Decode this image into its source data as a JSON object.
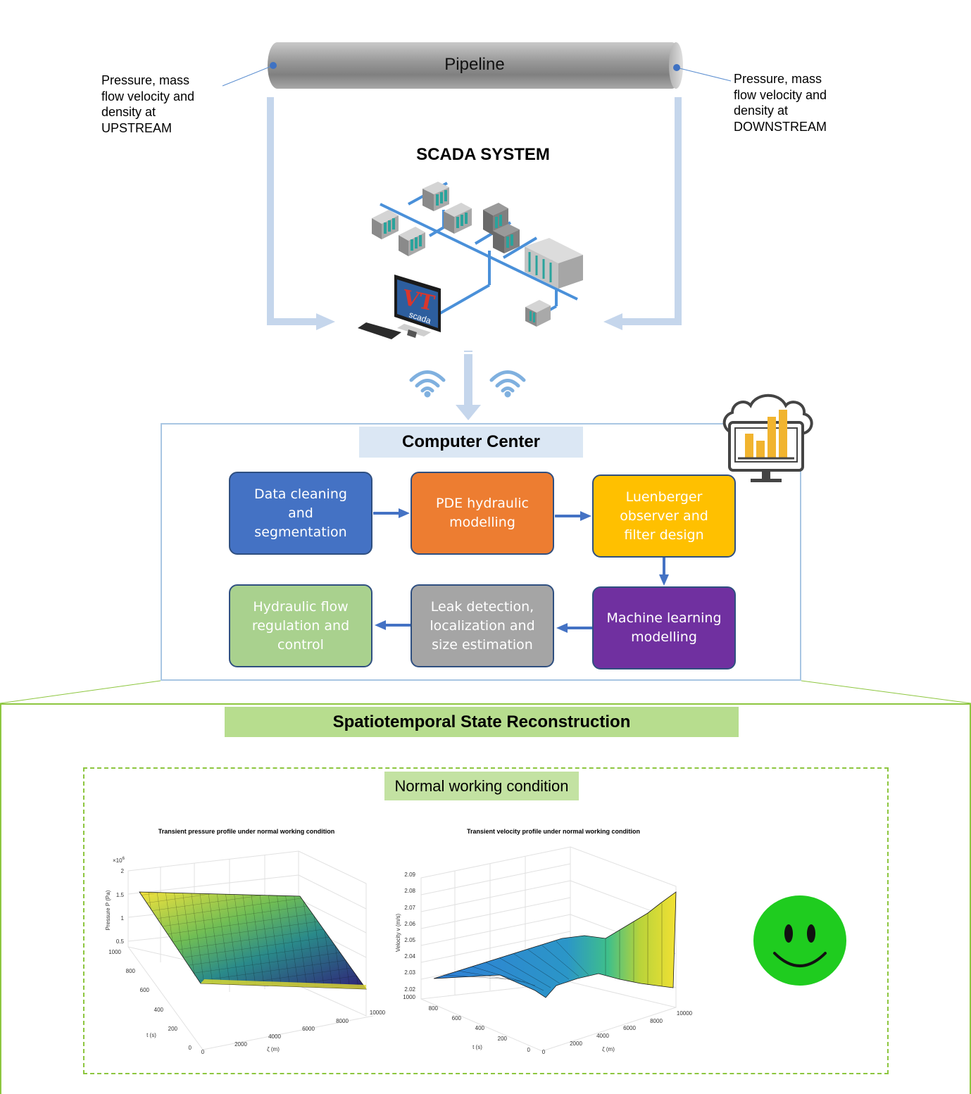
{
  "pipeline": {
    "label": "Pipeline"
  },
  "upstream": {
    "lines": [
      "Pressure, mass",
      "flow velocity and",
      "density at",
      "UPSTREAM"
    ]
  },
  "downstream": {
    "lines": [
      "Pressure, mass",
      "flow velocity and",
      "density at",
      "DOWNSTREAM"
    ]
  },
  "scada": {
    "title": "SCADA SYSTEM",
    "monitor_logo": "VT",
    "monitor_sub": "scada"
  },
  "computer_center": {
    "title": "Computer Center",
    "boxes": [
      {
        "lines": [
          "Data cleaning",
          "and",
          "segmentation"
        ],
        "color": "#4472c4"
      },
      {
        "lines": [
          "PDE hydraulic",
          "modelling"
        ],
        "color": "#ed7d31"
      },
      {
        "lines": [
          "Luenberger",
          "observer and",
          "filter design"
        ],
        "color": "#ffc000"
      },
      {
        "lines": [
          "Machine learning",
          "modelling"
        ],
        "color": "#7030a0"
      },
      {
        "lines": [
          "Leak detection,",
          "localization and",
          "size estimation"
        ],
        "color": "#a5a5a5"
      },
      {
        "lines": [
          "Hydraulic flow",
          "regulation and",
          "control"
        ],
        "color": "#a9d18e"
      }
    ]
  },
  "reconstruction": {
    "title": "Spatiotemporal State Reconstruction",
    "condition": "Normal working condition",
    "pressure_plot": {
      "title": "Transient pressure profile under normal working condition",
      "zlabel": "Pressure P (Pa)",
      "zexp": "×10",
      "zexp_power": "6",
      "zticks": [
        "2",
        "1.5",
        "1",
        "0.5"
      ],
      "tlabel": "t (s)",
      "tticks": [
        "1000",
        "800",
        "600",
        "400",
        "200",
        "0"
      ],
      "xlabel": "ζ (m)",
      "xticks": [
        "0",
        "2000",
        "4000",
        "6000",
        "8000",
        "10000"
      ]
    },
    "velocity_plot": {
      "title": "Transient velocity profile under normal working condition",
      "zlabel": "Velocity v (m/s)",
      "zticks": [
        "2.09",
        "2.08",
        "2.07",
        "2.06",
        "2.05",
        "2.04",
        "2.03",
        "2.02"
      ],
      "tlabel": "t (s)",
      "tticks": [
        "1000",
        "800",
        "600",
        "400",
        "200",
        "0"
      ],
      "xlabel": "ζ (m)",
      "xticks": [
        "0",
        "2000",
        "4000",
        "6000",
        "8000",
        "10000"
      ]
    },
    "status_icon": "smiley-face-icon"
  },
  "colors": {
    "arrow": "#c5d6ec",
    "flow_arrow": "#4472c4",
    "frame_green": "#8dc63f",
    "cable": "#4a90d9",
    "smiley": "#1fcc1f"
  }
}
